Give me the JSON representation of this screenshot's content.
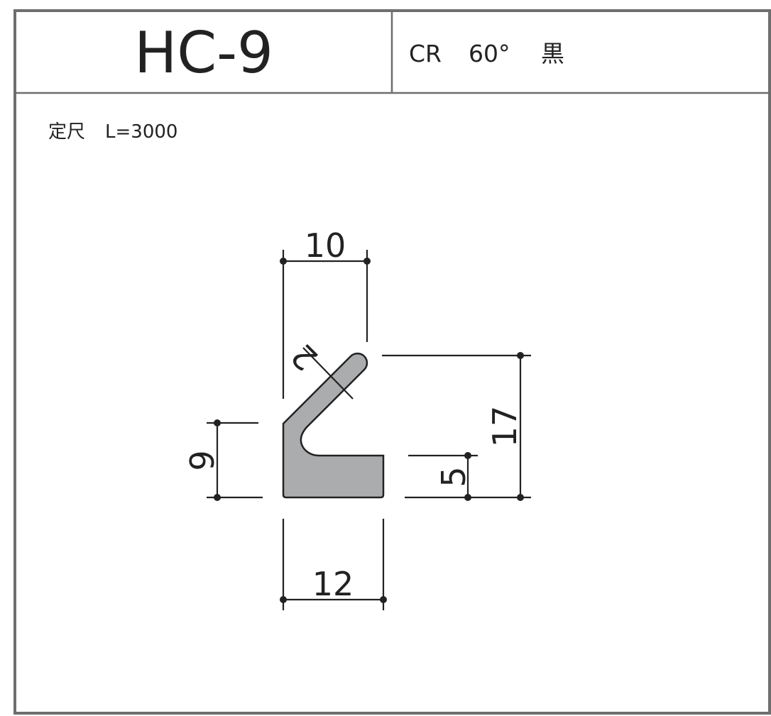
{
  "header": {
    "product_code": "HC-9",
    "material": "CR",
    "hardness": "60°",
    "color": "黒"
  },
  "spec": {
    "length_label": "定尺",
    "length_value": "L=3000"
  },
  "dimensions": {
    "top_width": "10",
    "thickness": "2",
    "total_height": "17",
    "left_height": "9",
    "base_height": "5",
    "bottom_width": "12"
  },
  "colors": {
    "profile_fill": "#abacae",
    "line": "#222222",
    "border": "#6e6e6e"
  }
}
